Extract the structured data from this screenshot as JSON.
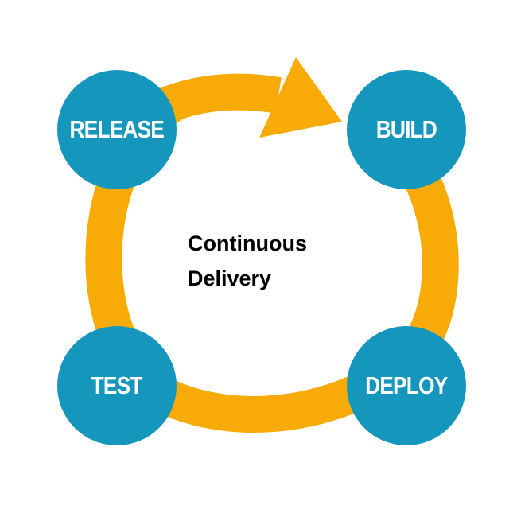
{
  "colors": {
    "cycle": "#f8ab06",
    "node": "#1597bd",
    "node_text": "#ffffff",
    "title_text": "#000000"
  },
  "center": {
    "line1": "Continuous",
    "line2": "Delivery"
  },
  "stages": {
    "release": "RELEASE",
    "build": "BUILD",
    "deploy": "DEPLOY",
    "test": "TEST"
  },
  "icons": {
    "arrow": "cycle-arrow-icon"
  }
}
